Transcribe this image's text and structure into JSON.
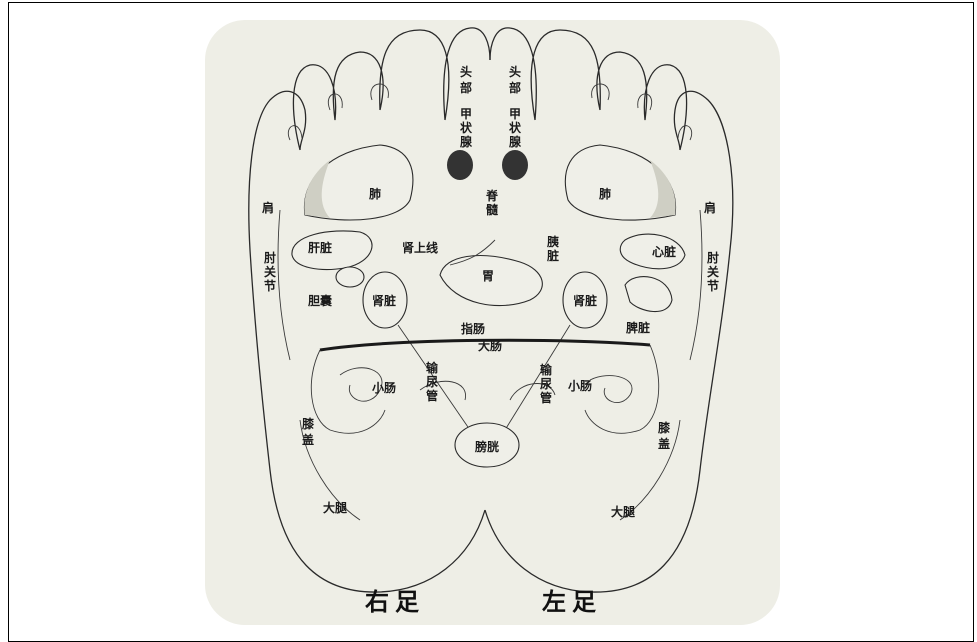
{
  "titles": {
    "right_foot": "右足",
    "left_foot": "左足"
  },
  "labels": {
    "head_r": "头部",
    "head_l": "头部",
    "thyroid_r": "甲状腺",
    "thyroid_l": "甲状腺",
    "spine": "脊髓",
    "lung_r": "肺",
    "lung_l": "肺",
    "shoulder_r": "肩",
    "shoulder_l": "肩",
    "elbow_r": "肘关节",
    "elbow_l": "肘关节",
    "liver": "肝脏",
    "gallbladder": "胆囊",
    "adrenal": "肾上线",
    "pancreas": "胰脏",
    "stomach": "胃",
    "heart": "心脏",
    "kidney_r": "肾脏",
    "kidney_l": "肾脏",
    "duodenum": "指肠",
    "spleen": "脾脏",
    "large_intestine": "大肠",
    "ureter_r": "输尿管",
    "ureter_l": "输尿管",
    "small_int_r": "小肠",
    "small_int_l": "小肠",
    "knee_r": "膝盖",
    "knee_l": "膝盖",
    "bladder": "膀胱",
    "thigh_r": "大腿",
    "thigh_l": "大腿"
  },
  "colors": {
    "panel": "#eeeee6",
    "outline": "#2a2a2a"
  }
}
